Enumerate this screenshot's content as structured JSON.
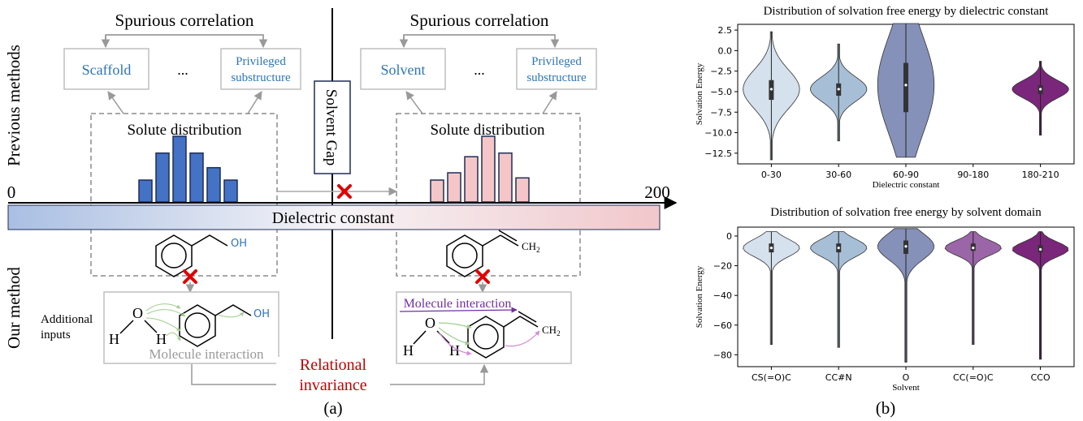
{
  "panel_a": {
    "side_label_top": "Previous methods",
    "side_label_bottom": "Our method",
    "spurious_left": "Spurious correlation",
    "spurious_right": "Spurious correlation",
    "box_scaffold": "Scaffold",
    "ellipsis": "...",
    "box_privileged_1": "Privileged",
    "box_privileged_2": "substructure",
    "box_solvent": "Solvent",
    "solvent_gap": "Solvent Gap",
    "solute_distribution_left": "Solute distribution",
    "solute_distribution_right": "Solute distribution",
    "axis_start": "0",
    "axis_end": "200",
    "dielectric_bar_label": "Dielectric constant",
    "oh_label": "OH",
    "ch2_label": "CH",
    "ch2_sub": "2",
    "additional_inputs_1": "Additional",
    "additional_inputs_2": "inputs",
    "atom_o": "O",
    "atom_h": "H",
    "molecule_interaction_left": "Molecule interaction",
    "molecule_interaction_right": "Molecule interaction",
    "relational_1": "Relational",
    "relational_2": "invariance",
    "caption": "(a)",
    "colors": {
      "blue_bar": "#4472c4",
      "pink_bar": "#f4c6c8",
      "accent_blue": "#2e75b6",
      "accent_red": "#c00000",
      "purple": "#7030a0",
      "cross": "#e00000"
    },
    "hist_left": [
      0.3,
      0.67,
      0.9,
      0.67,
      0.47,
      0.3
    ],
    "hist_right": [
      0.3,
      0.4,
      0.62,
      0.9,
      0.67,
      0.33
    ]
  },
  "chart_data": [
    {
      "type": "violin",
      "title": "Distribution of solvation free energy by dielectric constant",
      "xlabel": "Dielectric constant",
      "ylabel": "Solvation Energy",
      "ylim": [
        -13.8,
        3.2
      ],
      "yticks": [
        2.5,
        0.0,
        -2.5,
        -5.0,
        -7.5,
        -10.0,
        -12.5
      ],
      "ytick_labels": [
        "2.5",
        "0.0",
        "−2.5",
        "−5.0",
        "−7.5",
        "−10.0",
        "−12.5"
      ],
      "categories": [
        "0-30",
        "30-60",
        "60-90",
        "90-180",
        "180-210"
      ],
      "series": [
        {
          "category": "0-30",
          "color": "#d5e1ed",
          "min": -13.3,
          "max": 2.3,
          "median": -4.7,
          "q1": -6.0,
          "q3": -3.6
        },
        {
          "category": "30-60",
          "color": "#a7bfd6",
          "min": -11.0,
          "max": 0.8,
          "median": -4.7,
          "q1": -5.5,
          "q3": -4.0
        },
        {
          "category": "60-90",
          "color": "#8591b9",
          "min": -13.0,
          "max": 3.3,
          "median": -4.2,
          "q1": -7.5,
          "q3": -1.5
        },
        {
          "category": "90-180",
          "color": "#ffffff",
          "empty": true
        },
        {
          "category": "180-210",
          "color": "#7a267a",
          "min": -10.3,
          "max": -1.3,
          "median": -4.7,
          "q1": -5.3,
          "q3": -4.2
        }
      ]
    },
    {
      "type": "violin",
      "title": "Distribution of solvation free energy by solvent domain",
      "xlabel": "Solvent",
      "ylabel": "Solvation Energy",
      "ylim": [
        -88,
        6
      ],
      "yticks": [
        0,
        -20,
        -40,
        -60,
        -80
      ],
      "ytick_labels": [
        "0",
        "−20",
        "−40",
        "−60",
        "−80"
      ],
      "categories": [
        "CS(=O)C",
        "CC#N",
        "O",
        "CC(=O)C",
        "CCO"
      ],
      "series": [
        {
          "category": "CS(=O)C",
          "color": "#d5e1ed",
          "min": -73,
          "max": 3,
          "median": -8,
          "q1": -11,
          "q3": -5
        },
        {
          "category": "CC#N",
          "color": "#a7bfd6",
          "min": -75,
          "max": 3,
          "median": -8,
          "q1": -11,
          "q3": -5
        },
        {
          "category": "O",
          "color": "#8591b9",
          "min": -85,
          "max": 5,
          "median": -7,
          "q1": -12,
          "q3": -3
        },
        {
          "category": "CC(=O)C",
          "color": "#9b66a8",
          "min": -73,
          "max": 3,
          "median": -8,
          "q1": -10,
          "q3": -5
        },
        {
          "category": "CCO",
          "color": "#7a267a",
          "min": -83,
          "max": 3,
          "median": -9,
          "q1": -11,
          "q3": -6
        }
      ]
    }
  ],
  "caption_b": "(b)"
}
